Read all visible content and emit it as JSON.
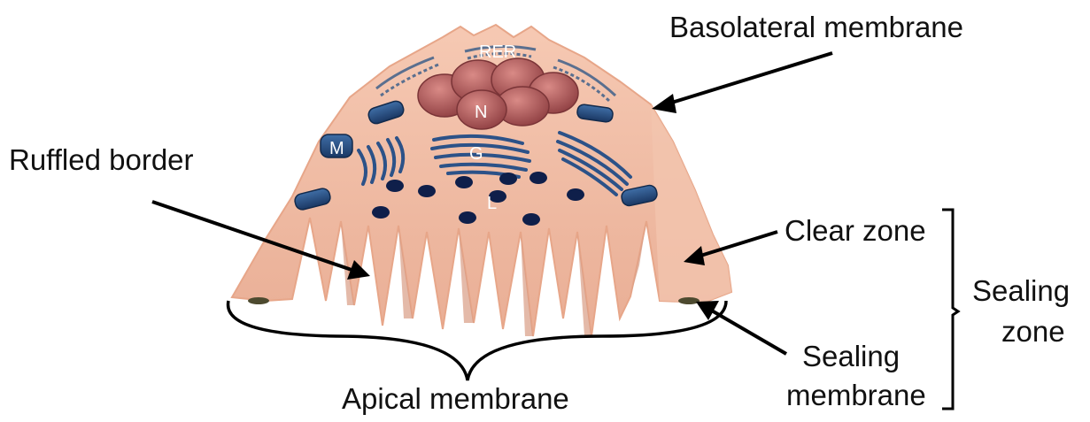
{
  "labels": {
    "basolateral": "Basolateral membrane",
    "ruffled": "Ruffled border",
    "clear_zone": "Clear zone",
    "sealing_zone_1": "Sealing",
    "sealing_zone_2": "zone",
    "sealing_membrane_1": "Sealing",
    "sealing_membrane_2": "membrane",
    "apical": "Apical membrane"
  },
  "organelles": {
    "rer": "RER",
    "nucleus": "N",
    "golgi": "G",
    "mitochondria": "M",
    "lysosome": "L"
  },
  "colors": {
    "cell": "#f1bfa6",
    "cell_shade": "#d99c84",
    "nucleus": "#b8605f",
    "organelle": "#244a7a",
    "lysosome": "#0f1f4a"
  }
}
